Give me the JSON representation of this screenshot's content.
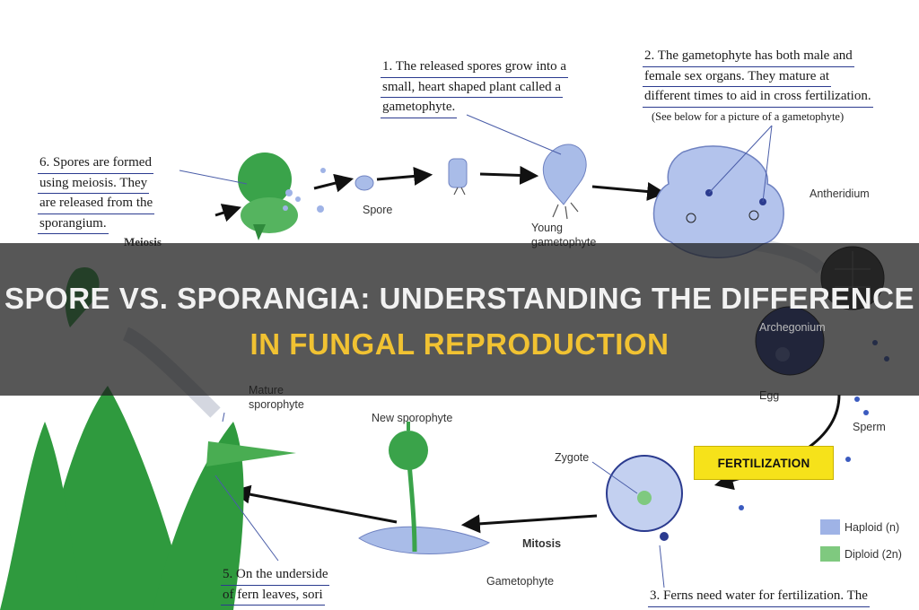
{
  "diagram": {
    "note1": [
      "1. The released spores grow into a",
      "small, heart shaped plant called a",
      "gametophyte."
    ],
    "note2": [
      "2. The gametophyte has both male and",
      "female sex organs. They mature at",
      "different times to aid in cross fertilization."
    ],
    "note2_sub": "(See below for a picture of a gametophyte)",
    "note6": [
      "6. Spores are formed",
      "using meiosis. They",
      "are released from the",
      "sporangium."
    ],
    "note5": [
      "5. On the underside",
      "of fern leaves, sori"
    ],
    "note3": [
      "3. Ferns need water for fertilization. The"
    ],
    "labels": {
      "meiosis": "Meiosis",
      "spore": "Spore",
      "young_gametophyte": "Young gametophyte",
      "antheridium": "Antheridium",
      "archegonium": "Archegonium",
      "egg": "Egg",
      "sperm": "Sperm",
      "fertilization": "FERTILIZATION",
      "zygote": "Zygote",
      "new_sporophyte": "New sporophyte",
      "mature_sporophyte": "Mature sporophyte",
      "mitosis": "Mitosis",
      "gametophyte": "Gametophyte"
    },
    "legend": [
      {
        "label": "Haploid (n)",
        "color": "#9fb3e6"
      },
      {
        "label": "Diploid (2n)",
        "color": "#7fc97f"
      }
    ]
  },
  "overlay": {
    "title_line1": "SPORE VS. SPORANGIA: UNDERSTANDING THE DIFFERENCE",
    "title_line2": "IN FUNGAL REPRODUCTION",
    "title_color": "#f1c232"
  }
}
